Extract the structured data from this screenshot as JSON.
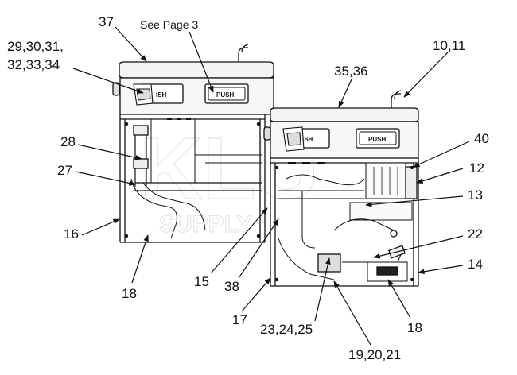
{
  "watermark": {
    "line1": "KLU",
    "line2": "SUPPLY"
  },
  "buttons": {
    "push_label": "PUSH",
    "push_partial": "ISH"
  },
  "callouts": [
    {
      "id": "37",
      "text": "37"
    },
    {
      "id": "see-page-3",
      "text": "See Page 3"
    },
    {
      "id": "29-31",
      "text": "29,30,31,"
    },
    {
      "id": "32-34",
      "text": "32,33,34"
    },
    {
      "id": "10-11",
      "text": "10,11"
    },
    {
      "id": "35-36",
      "text": "35,36"
    },
    {
      "id": "40",
      "text": "40"
    },
    {
      "id": "28",
      "text": "28"
    },
    {
      "id": "12",
      "text": "12"
    },
    {
      "id": "27",
      "text": "27"
    },
    {
      "id": "13",
      "text": "13"
    },
    {
      "id": "16",
      "text": "16"
    },
    {
      "id": "22",
      "text": "22"
    },
    {
      "id": "14",
      "text": "14"
    },
    {
      "id": "15",
      "text": "15"
    },
    {
      "id": "38",
      "text": "38"
    },
    {
      "id": "18-left",
      "text": "18"
    },
    {
      "id": "17",
      "text": "17"
    },
    {
      "id": "23-25",
      "text": "23,24,25"
    },
    {
      "id": "18-right",
      "text": "18"
    },
    {
      "id": "19-21",
      "text": "19,20,21"
    }
  ]
}
